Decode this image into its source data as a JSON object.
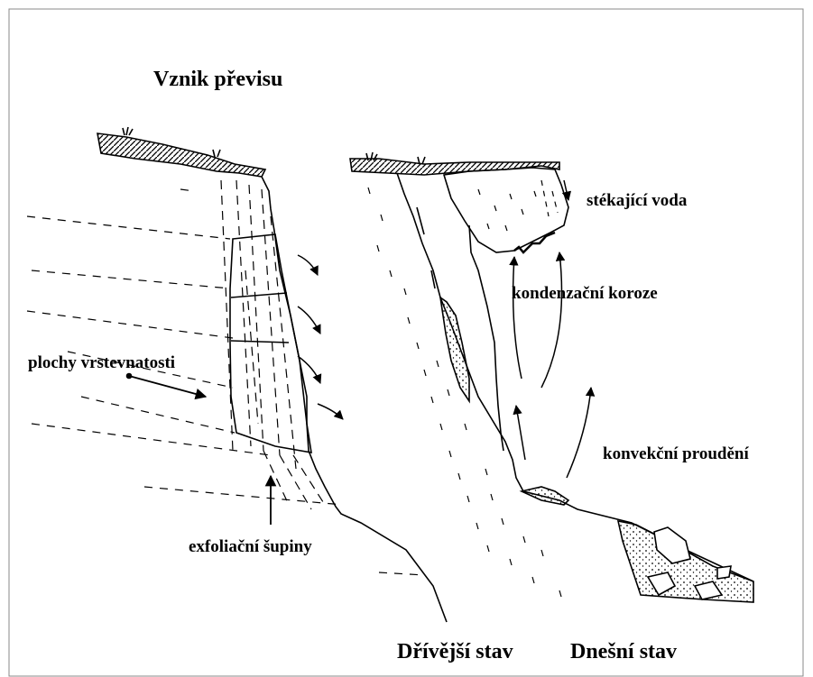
{
  "title": "Vznik převisu",
  "labels": {
    "running_water": "stékající voda",
    "condensation_corrosion": "kondenzační koroze",
    "bedding_planes": "plochy vrstevnatosti",
    "convective_flow": "konvekční proudění",
    "exfoliation_scales": "exfoliační šupiny"
  },
  "states": {
    "before": "Dřívější stav",
    "now": "Dnešní stav"
  },
  "colors": {
    "ink": "#000000",
    "paper": "#ffffff",
    "frame": "#888888"
  }
}
